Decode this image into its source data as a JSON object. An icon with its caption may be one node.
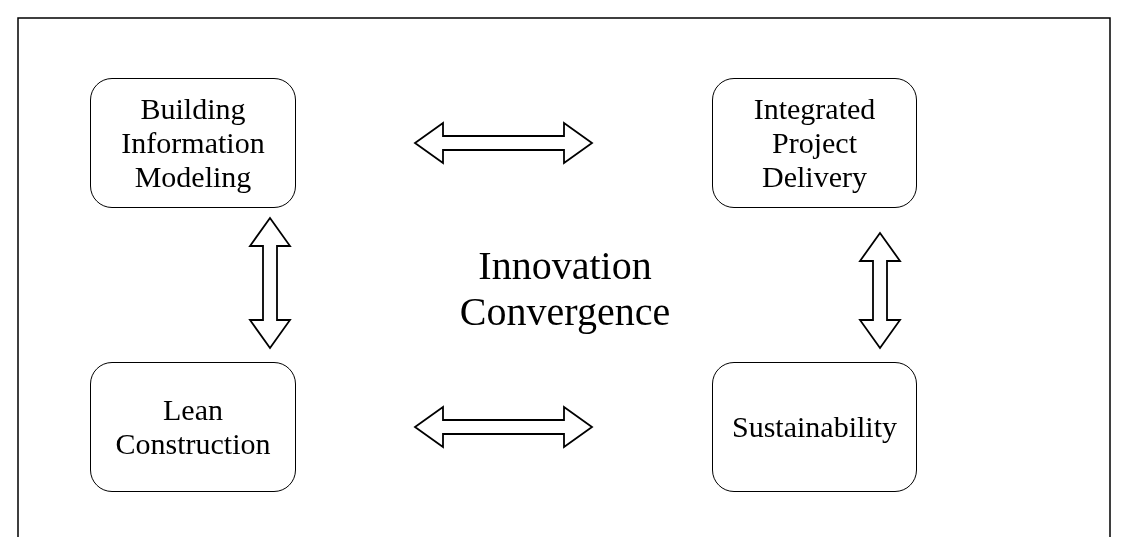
{
  "diagram": {
    "nodes": [
      {
        "text": [
          "Building Information Modeling"
        ]
      },
      {
        "text": [
          "Integrated Project Delivery"
        ]
      },
      {
        "text": [
          "Lean Construction"
        ]
      },
      {
        "text": [
          "Sustainability"
        ]
      }
    ],
    "edges": [
      {
        "from": 0,
        "to": 1,
        "arrow": "both"
      },
      {
        "from": 0,
        "to": 2,
        "arrow": "both"
      },
      {
        "from": 1,
        "to": 3,
        "arrow": "both"
      },
      {
        "from": 2,
        "to": 3,
        "arrow": "both"
      }
    ],
    "labels": [
      "Innovation Convergence"
    ]
  }
}
